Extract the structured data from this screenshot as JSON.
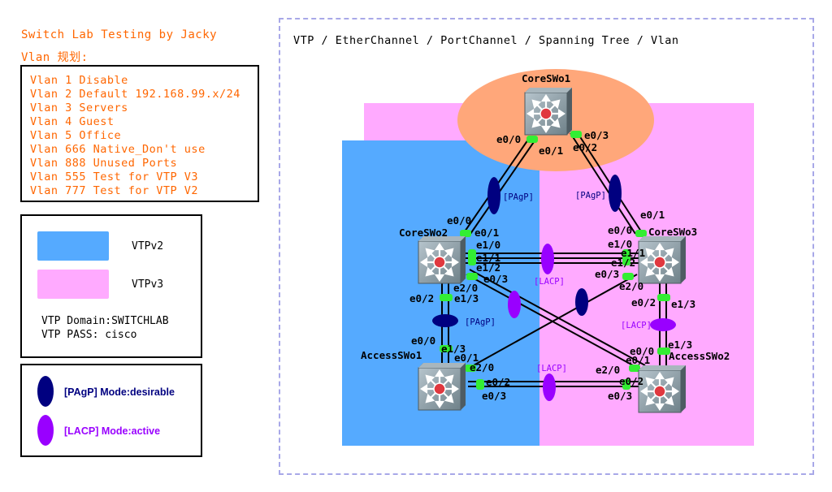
{
  "header": {
    "title": "Switch Lab Testing by Jacky",
    "vlan_heading": "Vlan 规划:"
  },
  "vlans": [
    "Vlan 1 Disable",
    "Vlan 2 Default 192.168.99.x/24",
    "Vlan 3 Servers",
    "Vlan 4 Guest",
    "Vlan 5 Office",
    "Vlan 666 Native_Don't use",
    "Vlan 888 Unused Ports",
    "Vlan 555 Test for VTP V3",
    "Vlan 777 Test for VTP V2"
  ],
  "vtp_legend": {
    "v2_label": "VTPv2",
    "v3_label": "VTPv3",
    "v2_color": "#55aaff",
    "v3_color": "#ffaaff",
    "domain": "VTP Domain:SWITCHLAB",
    "pass": "VTP PASS: cisco"
  },
  "mode_legend": {
    "pagp": "[PAgP] Mode:desirable",
    "lacp": "[LACP] Mode:active",
    "pagp_color": "#000080",
    "lacp_color": "#9900ff"
  },
  "diagram": {
    "title": "VTP / EtherChannel / PortChannel / Spanning Tree / Vlan",
    "core1_ellipse_color": "#ffa77a",
    "port_color": "#33ee33",
    "switches": {
      "core1": "CoreSWo1",
      "core2": "CoreSWo2",
      "core3": "CoreSWo3",
      "access1": "AccessSWo1",
      "access2": "AccessSWo2"
    },
    "bundle_tags": {
      "pagp_left": "[PAgP]",
      "pagp_right": "[PAgP]",
      "pagp_access": "[PAgP]",
      "lacp_core": "[LACP]",
      "lacp_right": "[LACP]",
      "lacp_access": "[LACP]"
    },
    "ports": {
      "c1_e00": "e0/0",
      "c1_e01": "e0/1",
      "c1_e03": "e0/3",
      "c1_e02": "e0/2",
      "c2_e00": "e0/0",
      "c2_e01": "e0/1",
      "c2_e10": "e1/0",
      "c2_e11": "e1/1",
      "c2_e12": "e1/2",
      "c2_e03": "e0/3",
      "c2_e20": "e2/0",
      "c2_e02": "e0/2",
      "c2_e13": "e1/3",
      "c3_e01": "e0/1",
      "c3_e00": "e0/0",
      "c3_e10": "e1/0",
      "c3_e11": "e1/1",
      "c3_e12": "e1/2",
      "c3_e03": "e0/3",
      "c3_e20": "e2/0",
      "c3_e02": "e0/2",
      "c3_e13": "e1/3",
      "a1_e00": "e0/0",
      "a1_e13": "e1/3",
      "a1_e01": "e0/1",
      "a1_e20": "e2/0",
      "a1_e02": "e0/2",
      "a1_e03": "e0/3",
      "a2_e13": "e1/3",
      "a2_e00": "e0/0",
      "a2_e01": "e0/1",
      "a2_e20": "e2/0",
      "a2_e02": "e0/2",
      "a2_e03": "e0/3"
    }
  }
}
